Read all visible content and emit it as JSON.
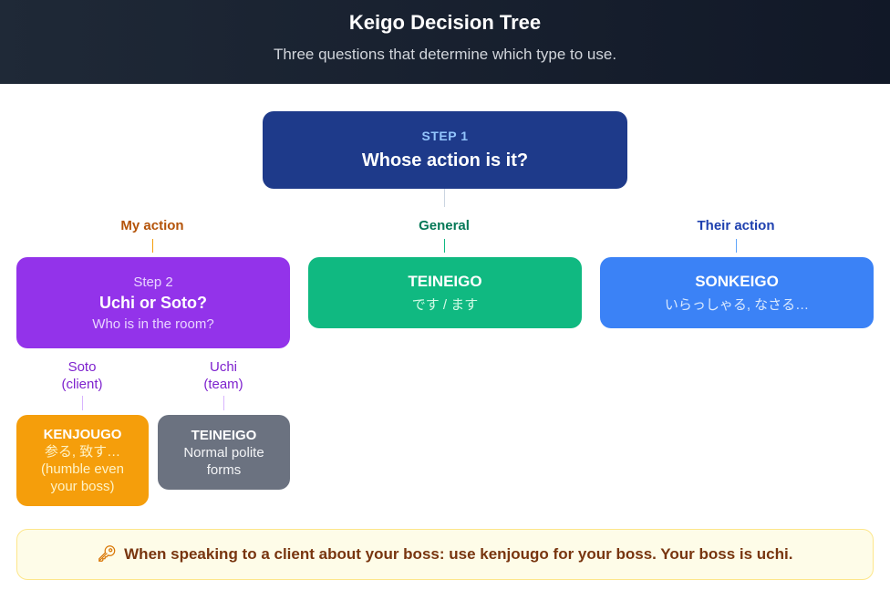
{
  "header": {
    "title": "Keigo Decision Tree",
    "subtitle": "Three questions that determine which type to use."
  },
  "step1": {
    "step": "STEP 1",
    "question": "Whose action is it?"
  },
  "branches": {
    "my": "My action",
    "general": "General",
    "their": "Their action"
  },
  "step2": {
    "step": "Step 2",
    "question": "Uchi or Soto?",
    "hint": "Who is in the room?"
  },
  "teineigo_main": {
    "title": "TEINEIGO",
    "example": "です / ます"
  },
  "sonkeigo": {
    "title": "SONKEIGO",
    "example": "いらっしゃる, なさる…"
  },
  "soto": {
    "label": "Soto",
    "sub": "(client)"
  },
  "uchi": {
    "label": "Uchi",
    "sub": "(team)"
  },
  "kenjougo": {
    "title": "KENJOUGO",
    "example": "参る, 致す…",
    "note1": "(humble even",
    "note2": "your boss)"
  },
  "teineigo_uchi": {
    "title": "TEINEIGO",
    "line1": "Normal polite",
    "line2": "forms"
  },
  "tip": {
    "icon": "key-icon",
    "text": "When speaking to a client about your boss: use kenjougo for your boss. Your boss is uchi."
  }
}
